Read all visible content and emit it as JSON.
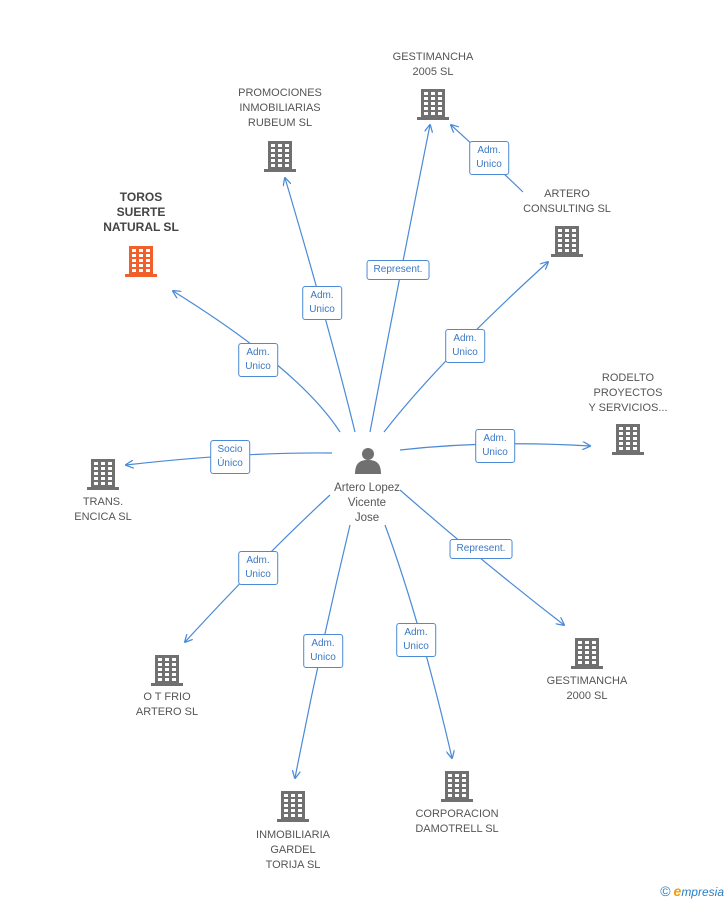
{
  "center": {
    "label": "Artero Lopez\nVicente\nJose"
  },
  "companies": [
    {
      "id": "toros",
      "label": "TOROS\nSUERTE\nNATURAL SL",
      "highlight": true
    },
    {
      "id": "promociones",
      "label": "PROMOCIONES\nINMOBILIARIAS\nRUBEUM SL"
    },
    {
      "id": "gest2005",
      "label": "GESTIMANCHA\n2005 SL"
    },
    {
      "id": "artero_consulting",
      "label": "ARTERO\nCONSULTING SL"
    },
    {
      "id": "rodelto",
      "label": "RODELTO\nPROYECTOS\nY SERVICIOS..."
    },
    {
      "id": "trans",
      "label": "TRANS.\nENCICA SL"
    },
    {
      "id": "otfrio",
      "label": "O T FRIO\nARTERO SL"
    },
    {
      "id": "gardel",
      "label": "INMOBILIARIA\nGARDEL\nTORIJA  SL"
    },
    {
      "id": "damotrell",
      "label": "CORPORACION\nDAMOTRELL SL"
    },
    {
      "id": "gest2000",
      "label": "GESTIMANCHA\n2000 SL"
    }
  ],
  "edges": [
    {
      "to": "toros",
      "label": "Adm.\nUnico"
    },
    {
      "to": "promociones",
      "label": "Adm.\nUnico"
    },
    {
      "to": "gest2005",
      "label": "Represent."
    },
    {
      "from": "artero_consulting",
      "to": "gest2005",
      "label": "Adm.\nUnico"
    },
    {
      "to": "artero_consulting",
      "label": "Adm.\nUnico"
    },
    {
      "to": "rodelto",
      "label": "Adm.\nUnico"
    },
    {
      "to": "trans",
      "label": "Socio\nÚnico"
    },
    {
      "to": "otfrio",
      "label": "Adm.\nUnico"
    },
    {
      "to": "gardel",
      "label": "Adm.\nUnico"
    },
    {
      "to": "damotrell",
      "label": "Adm.\nUnico"
    },
    {
      "to": "gest2000",
      "label": "Represent."
    }
  ],
  "colors": {
    "edge": "#4a8ad6",
    "building": "#707070",
    "highlight": "#f0602a"
  },
  "footer": {
    "copyright": "©",
    "brand_first": "e",
    "brand_rest": "mpresia"
  }
}
